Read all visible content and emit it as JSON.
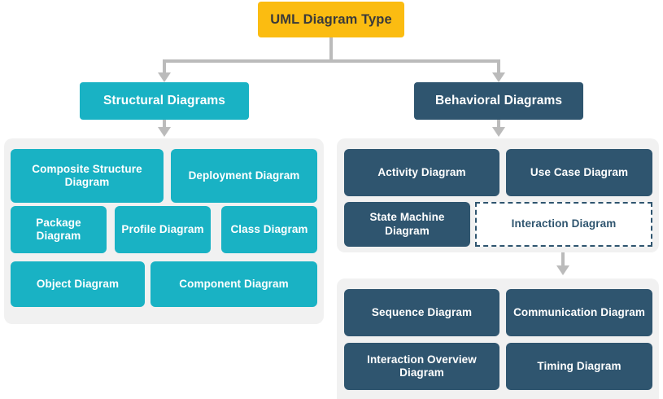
{
  "diagram": {
    "title_node": {
      "label": "UML Diagram Type",
      "color": "#FBBC11"
    },
    "branches": [
      {
        "id": "structural",
        "label": "Structural Diagrams",
        "color": "#19B2C4",
        "children": [
          "Composite Structure Diagram",
          "Deployment Diagram",
          "Package Diagram",
          "Profile Diagram",
          "Class Diagram",
          "Object Diagram",
          "Component Diagram"
        ]
      },
      {
        "id": "behavioral",
        "label": "Behavioral Diagrams",
        "color": "#2F556F",
        "children": [
          "Activity Diagram",
          "Use Case Diagram",
          "State Machine Diagram",
          "Interaction Diagram"
        ],
        "sub_children": [
          "Sequence Diagram",
          "Communication Diagram",
          "Interaction Overview Diagram",
          "Timing Diagram"
        ]
      }
    ],
    "leaves": {
      "composite_structure": "Composite Structure Diagram",
      "deployment": "Deployment Diagram",
      "package": "Package Diagram",
      "profile": "Profile Diagram",
      "class": "Class Diagram",
      "object": "Object Diagram",
      "component": "Component Diagram",
      "activity": "Activity Diagram",
      "use_case": "Use Case Diagram",
      "state_machine": "State Machine Diagram",
      "interaction": "Interaction Diagram",
      "sequence": "Sequence Diagram",
      "communication": "Communication Diagram",
      "interaction_overview": "Interaction Overview Diagram",
      "timing": "Timing Diagram"
    },
    "colors": {
      "accent_amber": "#FBBC11",
      "accent_teal": "#19B2C4",
      "accent_navy": "#2F556F",
      "panel_gray": "#F1F1F1",
      "connector_gray": "#BBBBBB",
      "root_text": "#3A3A3A"
    }
  }
}
